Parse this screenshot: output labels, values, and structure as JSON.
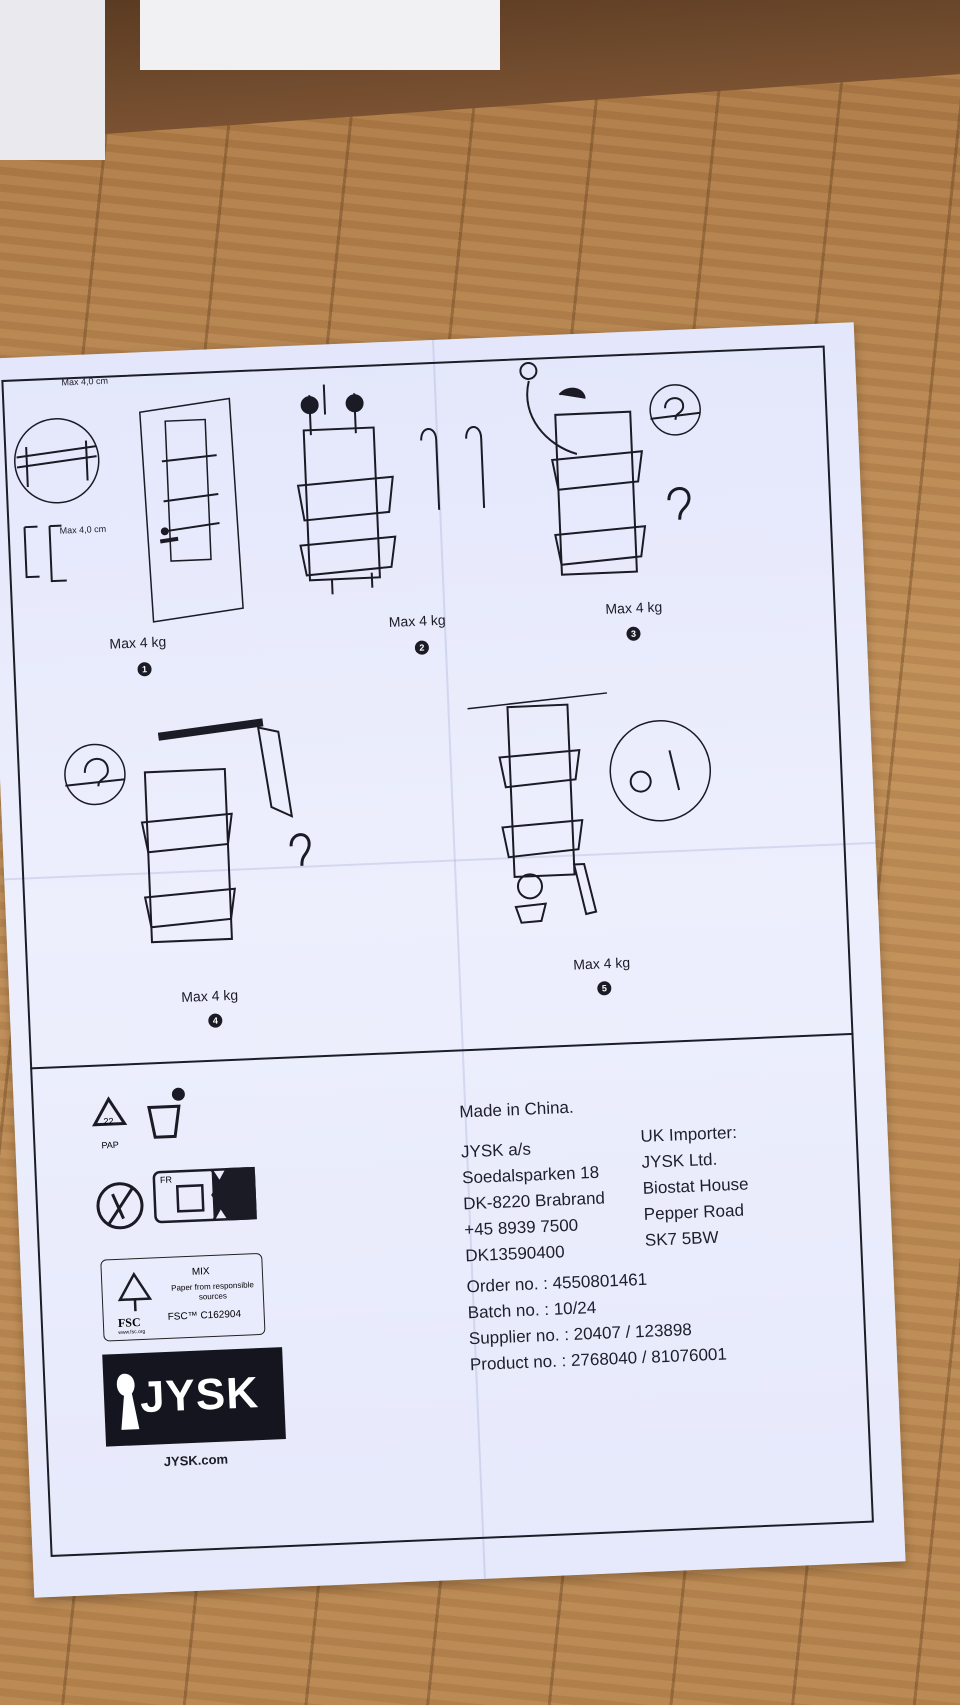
{
  "steps": [
    {
      "caption": "Max 4 kg",
      "number": "1"
    },
    {
      "caption": "Max 4 kg",
      "number": "2"
    },
    {
      "caption": "Max 4 kg",
      "number": "3"
    },
    {
      "caption": "Max 4 kg",
      "number": "4"
    },
    {
      "caption": "Max 4 kg",
      "number": "5"
    }
  ],
  "dimension_label_1": "Max 4,0 cm",
  "dimension_label_2": "Max 4,0 cm",
  "origin": "Made in China.",
  "manufacturer": {
    "line1": "JYSK a/s",
    "line2": "Soedalsparken 18",
    "line3": "DK-8220 Brabrand",
    "line4": "+45 8939 7500",
    "line5": "DK13590400"
  },
  "uk_importer": {
    "line1": "UK Importer:",
    "line2": "JYSK Ltd.",
    "line3": "Biostat House",
    "line4": "Pepper Road",
    "line5": "SK7 5BW"
  },
  "codes": {
    "order": "Order no. : 4550801461",
    "batch": "Batch no. : 10/24",
    "supplier": "Supplier no. : 20407 / 123898",
    "product": "Product no. : 2768040 / 81076001"
  },
  "recycle": {
    "code": "22",
    "material": "PAP",
    "fr": "FR"
  },
  "fsc": {
    "mix": "MIX",
    "paper": "Paper from responsible sources",
    "code": "FSC™ C162904",
    "label": "FSC",
    "url": "www.fsc.org"
  },
  "brand": {
    "logo": "JYSK",
    "url": "JYSK.com"
  }
}
